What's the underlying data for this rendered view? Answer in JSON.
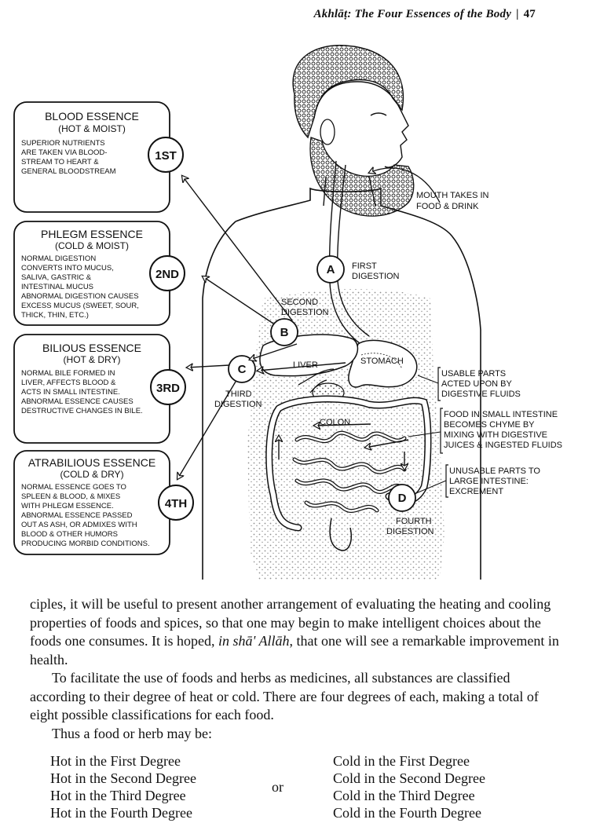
{
  "header": {
    "running_title": "Akhlāṭ: The Four Essences of the Body",
    "separator": "|",
    "page_number": "47"
  },
  "figure": {
    "boxes": [
      {
        "title": "BLOOD ESSENCE",
        "subtitle": "(HOT & MOIST)",
        "lines": [
          "SUPERIOR NUTRIENTS",
          "ARE TAKEN VIA BLOOD-",
          "STREAM TO HEART &",
          "GENERAL BLOODSTREAM"
        ],
        "badge": "1ST"
      },
      {
        "title": "PHLEGM ESSENCE",
        "subtitle": "(COLD & MOIST)",
        "lines": [
          "NORMAL DIGESTION",
          "CONVERTS INTO MUCUS,",
          "SALIVA, GASTRIC &",
          "INTESTINAL MUCUS",
          "ABNORMAL DIGESTION CAUSES",
          "EXCESS MUCUS (SWEET, SOUR,",
          "THICK, THIN, ETC.)"
        ],
        "badge": "2ND"
      },
      {
        "title": "BILIOUS ESSENCE",
        "subtitle": "(HOT & DRY)",
        "lines": [
          "NORMAL BILE FORMED IN",
          "LIVER, AFFECTS BLOOD &",
          "ACTS IN SMALL INTESTINE.",
          "ABNORMAL ESSENCE CAUSES",
          "DESTRUCTIVE CHANGES IN BILE."
        ],
        "badge": "3RD"
      },
      {
        "title": "ATRABILIOUS ESSENCE",
        "subtitle": "(COLD & DRY)",
        "lines": [
          "NORMAL ESSENCE GOES TO",
          "SPLEEN & BLOOD, & MIXES",
          "WITH PHLEGM ESSENCE.",
          "ABNORMAL ESSENCE PASSED",
          "OUT AS ASH, OR ADMIXES WITH",
          "BLOOD & OTHER HUMORS",
          "PRODUCING MORBID CONDITIONS."
        ],
        "badge": "4TH"
      }
    ],
    "stages": {
      "a": "A",
      "b": "B",
      "c": "C",
      "d": "D"
    },
    "labels": {
      "mouth_1": "MOUTH TAKES IN",
      "mouth_2": "FOOD & DRINK",
      "first_1": "FIRST",
      "first_2": "DIGESTION",
      "second_1": "SECOND",
      "second_2": "DIGESTION",
      "third_1": "THIRD",
      "third_2": "DIGESTION",
      "fourth_1": "FOURTH",
      "fourth_2": "DIGESTION",
      "liver": "LIVER",
      "stomach": "STOMACH",
      "colon": "COLON"
    },
    "side_notes": [
      [
        "USABLE PARTS",
        "ACTED UPON BY",
        "DIGESTIVE FLUIDS"
      ],
      [
        "FOOD IN SMALL INTESTINE",
        "BECOMES CHYME BY",
        "MIXING WITH DIGESTIVE",
        "JUICES & INGESTED FLUIDS"
      ],
      [
        "UNUSABLE PARTS TO",
        "LARGE INTESTINE:",
        "EXCREMENT"
      ]
    ]
  },
  "text": {
    "p1_a": "ciples, it will be useful to present another arrangement of evaluating the heating and cooling properties of foods and spices, so that one may begin to make intelligent choices about the foods one consumes. It is hoped, ",
    "p1_italic": "in shā' Allāh",
    "p1_b": ", that one will see a remarkable improvement in health.",
    "p2": "To facilitate the use of foods and herbs as medicines, all substances are classified according to their degree of heat or cold. There are four degrees of each, making a total of eight possible classifications for each food.",
    "p3": "Thus a food or herb may be:"
  },
  "degrees": {
    "hot": [
      "Hot in the First Degree",
      "Hot in the Second Degree",
      "Hot in the Third Degree",
      "Hot in the Fourth Degree"
    ],
    "or": "or",
    "cold": [
      "Cold in the First Degree",
      "Cold in the Second Degree",
      "Cold in the Third Degree",
      "Cold in the Fourth Degree"
    ]
  }
}
